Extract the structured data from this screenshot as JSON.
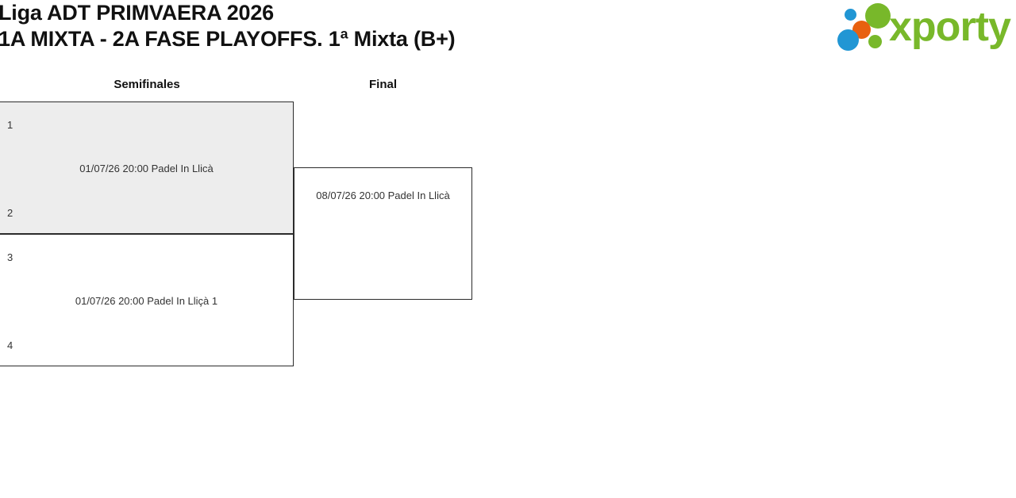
{
  "header": {
    "title_line1": "Liga ADT PRIMVAERA 2026",
    "title_line2": "1A MIXTA - 2A FASE PLAYOFFS. 1ª Mixta (B+)",
    "logo_text": "xporty",
    "colors": {
      "blue": "#2196d4",
      "orange": "#e8610f",
      "green": "#78b82a"
    }
  },
  "bracket": {
    "rounds": [
      {
        "label": "Semifinales"
      },
      {
        "label": "Final"
      }
    ],
    "matches": [
      {
        "round": "Semifinales",
        "seed_top": "1",
        "seed_bottom": "2",
        "info": "01/07/26 20:00 Padel In Llicà",
        "highlighted": true
      },
      {
        "round": "Semifinales",
        "seed_top": "3",
        "seed_bottom": "4",
        "info": "01/07/26 20:00 Padel In Lliçà 1",
        "highlighted": false
      },
      {
        "round": "Final",
        "seed_top": "",
        "seed_bottom": "",
        "info": "08/07/26 20:00 Padel In Llicà",
        "highlighted": false
      }
    ]
  }
}
